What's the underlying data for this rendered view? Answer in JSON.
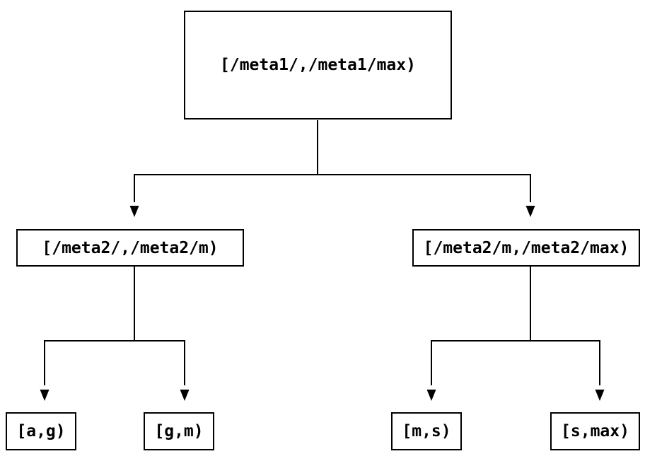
{
  "diagram": {
    "type": "binary-interval-tree",
    "background_color": "#ffffff",
    "node_border_color": "#000000",
    "node_fill_color": "#ffffff",
    "text_color": "#000000",
    "connector_color": "#000000",
    "nodes": [
      {
        "id": "root",
        "label": "[/meta1/,/meta1/max)"
      },
      {
        "id": "meta2-left",
        "label": "[/meta2/,/meta2/m)"
      },
      {
        "id": "meta2-right",
        "label": "[/meta2/m,/meta2/max)"
      },
      {
        "id": "leaf-ag",
        "label": "[a,g)"
      },
      {
        "id": "leaf-gm",
        "label": "[g,m)"
      },
      {
        "id": "leaf-ms",
        "label": "[m,s)"
      },
      {
        "id": "leaf-smax",
        "label": "[s,max)"
      }
    ],
    "edges": [
      {
        "from": "root",
        "to": "meta2-left"
      },
      {
        "from": "root",
        "to": "meta2-right"
      },
      {
        "from": "meta2-left",
        "to": "leaf-ag"
      },
      {
        "from": "meta2-left",
        "to": "leaf-gm"
      },
      {
        "from": "meta2-right",
        "to": "leaf-ms"
      },
      {
        "from": "meta2-right",
        "to": "leaf-smax"
      }
    ]
  }
}
